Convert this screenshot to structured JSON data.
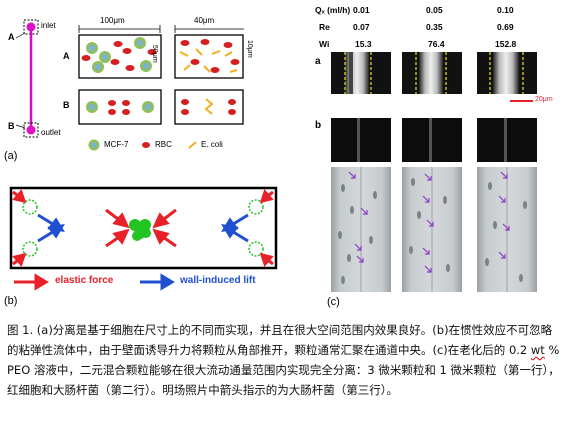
{
  "panel_a": {
    "label": "(a)",
    "inlet": "inlet",
    "outlet": "outlet",
    "channel_a_label": "A",
    "channel_b_label": "B",
    "row_a": "A",
    "row_b": "B",
    "width_100": "100μm",
    "width_40": "40μm",
    "height_50": "50μm",
    "height_10": "10μm",
    "legend": [
      {
        "label": "MCF-7",
        "color": "#8fbf5f"
      },
      {
        "label": "RBC",
        "color": "#d42020"
      },
      {
        "label": "E. coli",
        "color": "#f0b020"
      }
    ]
  },
  "panel_b": {
    "label": "(b)",
    "elastic_force": "elastic force",
    "wall_lift": "wall-induced lift",
    "elastic_color": "#e8202a",
    "lift_color": "#2050d0",
    "particle_color": "#22c422"
  },
  "panel_c": {
    "label": "(c)",
    "row_headers": [
      "Qₓ (ml/h)",
      "Re",
      "Wi"
    ],
    "columns": [
      {
        "q": "0.01",
        "re": "0.07",
        "wi": "15.3"
      },
      {
        "q": "0.05",
        "re": "0.35",
        "wi": "76.4"
      },
      {
        "q": "0.10",
        "re": "0.69",
        "wi": "152.8"
      }
    ],
    "row_a": "a",
    "row_b": "b",
    "scale": "20μm"
  },
  "caption": {
    "part1": "图 1. (a)分离是基于细胞在尺寸上的不同而实现，并且在很大空间范围内效果良好。(b)在惯性效应不可忽略的粘弹性流体中，由于壁面诱导升力将颗粒从角部推开，颗粒通常汇聚在通道中央。(c)在老化后的 0.2 ",
    "wavy": "wt",
    "part2": " % PEO 溶液中，二元混合颗粒能够在很大流动通量范围内实现完全分离：3 微米颗粒和 1 微米颗粒（第一行），红细胞和大肠杆菌（第二行）。明场照片中箭头指示的为大肠杆菌（第三行）。"
  }
}
